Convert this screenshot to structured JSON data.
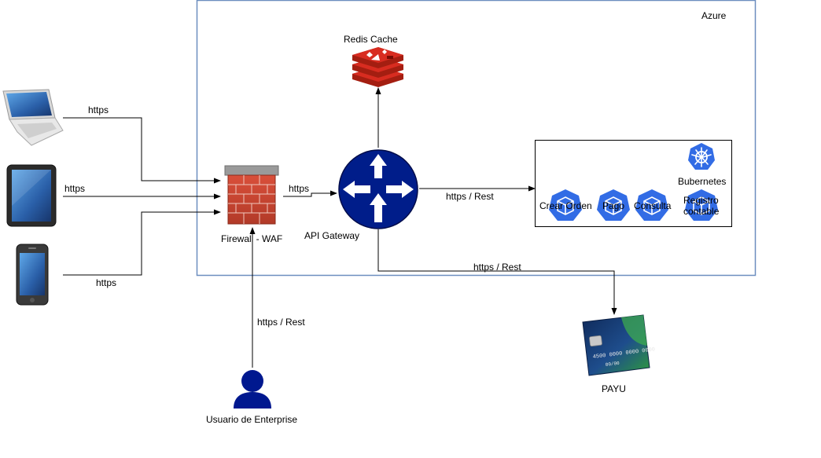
{
  "cloud": {
    "label": "Azure"
  },
  "nodes": {
    "redis": {
      "label": "Redis Cache"
    },
    "gateway": {
      "label": "API Gateway"
    },
    "firewall": {
      "label": "Firewall - WAF"
    },
    "kubernetes": {
      "label": "Bubernetes"
    },
    "payu": {
      "label": "PAYU",
      "card_number": "4500 0000 0000 0000",
      "card_name": "00/00"
    },
    "enterprise_user": {
      "label": "Usuario de Enterprise"
    }
  },
  "services": [
    {
      "label": "Crear Orden"
    },
    {
      "label": "Pago"
    },
    {
      "label": "Consulta"
    },
    {
      "label_line1": "Registro",
      "label_line2": "contable"
    }
  ],
  "edges": {
    "laptop_https": "https",
    "tablet_https": "https",
    "phone_https": "https",
    "waf_to_gateway": "https",
    "gateway_to_k8s": "https / Rest",
    "gateway_to_payu": "https / Rest",
    "user_to_waf": "https / Rest"
  },
  "colors": {
    "azure_border": "#6c8ebf",
    "gateway_fill": "#001d8a",
    "k8s_blue": "#326ce5",
    "redis_red": "#c42a22",
    "user_blue": "#00188f"
  }
}
